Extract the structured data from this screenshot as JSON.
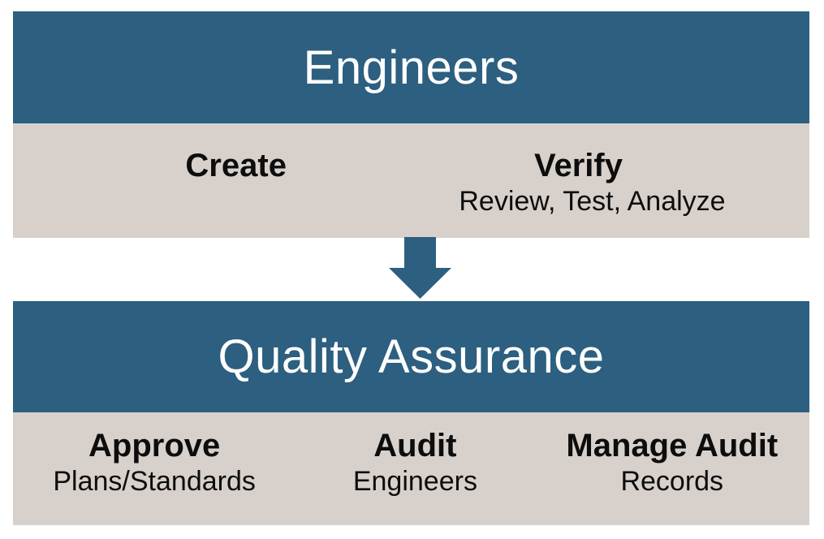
{
  "colors": {
    "band_blue": "#2C5F80",
    "band_gray": "#D8D1CB",
    "title_color": "#FFFFFF",
    "text_color": "#0D0D0D"
  },
  "sections": [
    {
      "title": "Engineers",
      "roles": [
        {
          "label": "Create",
          "sub": ""
        },
        {
          "label": "Verify",
          "sub": "Review, Test, Analyze"
        }
      ]
    },
    {
      "title": "Quality Assurance",
      "roles": [
        {
          "label": "Approve",
          "sub": "Plans/Standards"
        },
        {
          "label": "Audit",
          "sub": "Engineers"
        },
        {
          "label": "Manage Audit",
          "sub": "Records"
        }
      ]
    }
  ],
  "arrow": {
    "name": "down-arrow",
    "direction": "down"
  }
}
